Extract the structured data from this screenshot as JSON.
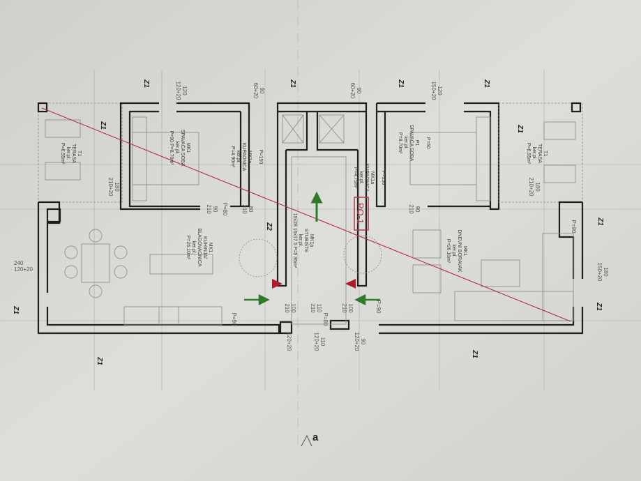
{
  "drawing": {
    "section_mark": "a",
    "section_tag": "PO-1",
    "colors": {
      "paper": "#d9d9d5",
      "wall": "#1e1e1e",
      "section_line": "#b0303a",
      "arrow_green": "#2f7a2a",
      "arrow_red": "#b01a2a"
    }
  },
  "rooms": [
    {
      "lines": [
        "T1",
        "TERASA",
        "ker.pl.",
        "P=6.55m²"
      ]
    },
    {
      "lines": [
        "MK1",
        "SPAVAĆA SOBA",
        "ker.pl.",
        "P=90  P=8.70m²"
      ]
    },
    {
      "lines": [
        "P=150",
        "",
        "MK1a",
        "KUPAONICA",
        "ker.pl.",
        "P=4.90m²"
      ]
    },
    {
      "lines": [
        "MK1a",
        "STUBIŠTE",
        "ker.pl.",
        "15x28  16x17.5  P=5.95m²"
      ]
    },
    {
      "lines": [
        "MK1",
        "KUHINJA/",
        "BLAGOVAONICA",
        "ker.pl.",
        "P=26.10m²"
      ]
    },
    {
      "lines": [
        "P=150",
        "",
        "MK1a",
        "KUPAONICA",
        "ker.pl.",
        "P=4.75m²"
      ]
    },
    {
      "lines": [
        "P=60",
        "",
        "P1",
        "SPAVAĆA SOBA",
        "ker.pl.",
        "P=8.70m²"
      ]
    },
    {
      "lines": [
        "MK1",
        "DNEVNI BORAVAK",
        "ker.pl.",
        "P=26.10m²"
      ]
    },
    {
      "lines": [
        "T1",
        "TERASA",
        "ker.pl.",
        "P=6.55m²"
      ]
    }
  ],
  "dimensions": [
    [
      "120",
      "120+20"
    ],
    [
      "90",
      "60+20"
    ],
    [
      "90",
      "60+20"
    ],
    [
      "120",
      "150+20"
    ],
    [
      "180",
      "210+20"
    ],
    [
      "180",
      "210+20"
    ],
    [
      "240",
      "120+20"
    ],
    [
      "180",
      "150+20"
    ],
    [
      "90",
      "210"
    ],
    [
      "80",
      "210"
    ],
    [
      "90",
      "210"
    ],
    [
      "100",
      "210"
    ],
    [
      "110",
      "210"
    ],
    [
      "100",
      "210"
    ],
    [
      "120+20",
      ""
    ],
    [
      "110",
      "120+20"
    ],
    [
      "90",
      "120+20"
    ],
    [
      "P=90",
      ""
    ],
    [
      "P=80",
      ""
    ],
    [
      "P=90",
      ""
    ],
    [
      "P=90",
      ""
    ],
    [
      "P=80",
      ""
    ]
  ],
  "markers": [
    "Z1",
    "Z1",
    "Z1",
    "Z1",
    "Z1",
    "Z1",
    "Z1",
    "Z1",
    "Z1",
    "Z1",
    "Z1",
    "Z2"
  ]
}
